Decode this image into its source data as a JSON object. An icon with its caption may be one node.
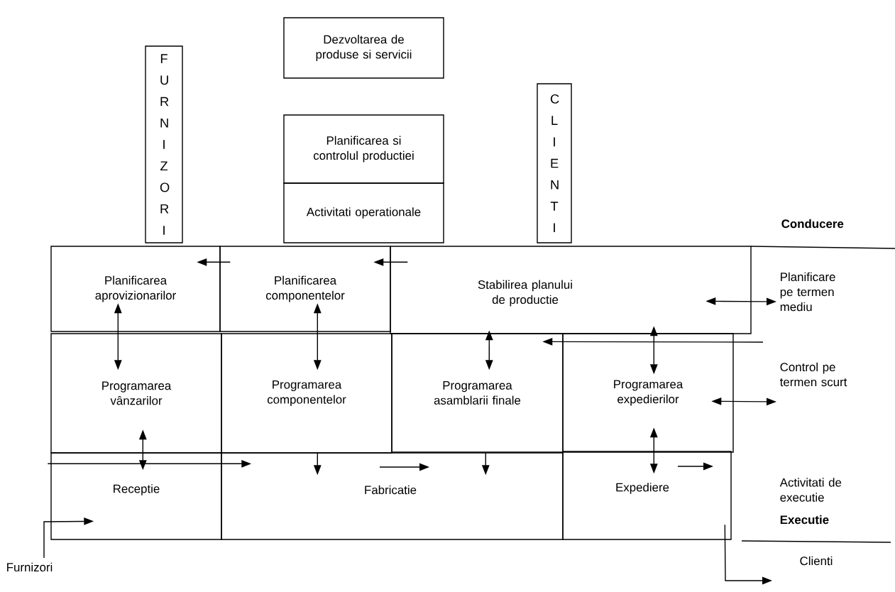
{
  "diagram": {
    "nodes": [
      {
        "text": [
          "F U R N I Z O R I"
        ]
      },
      {
        "text": [
          "Dezvoltarea de produse si servicii"
        ]
      },
      {
        "text": [
          "Planificarea si controlul productiei"
        ]
      },
      {
        "text": [
          "Activitati operationale"
        ]
      },
      {
        "text": [
          "C L I E N T I"
        ]
      },
      {
        "text": [
          "Planificarea aprovizionarilor"
        ]
      },
      {
        "text": [
          "Planificarea componentelor"
        ]
      },
      {
        "text": [
          "Stabilirea planului de productie"
        ]
      },
      {
        "text": [
          "Programarea vânzarilor"
        ]
      },
      {
        "text": [
          "Programarea componentelor"
        ]
      },
      {
        "text": [
          "Programarea asamblarii finale"
        ]
      },
      {
        "text": [
          "Programarea expedierilor"
        ]
      },
      {
        "text": [
          "Receptie"
        ]
      },
      {
        "text": [
          "Fabricatie"
        ]
      },
      {
        "text": [
          "Expediere"
        ]
      },
      {
        "text": [
          "Planificare pe termen mediu"
        ]
      },
      {
        "text": [
          "Control pe termen scurt"
        ]
      },
      {
        "text": [
          "Furnizori"
        ]
      }
    ],
    "edges": [
      {
        "from": 6,
        "to": 5,
        "arrow": "to"
      },
      {
        "from": 7,
        "to": 6,
        "arrow": "to"
      },
      {
        "from": 5,
        "to": 8,
        "arrow": "both"
      },
      {
        "from": 6,
        "to": 9,
        "arrow": "both"
      },
      {
        "from": 7,
        "to": 10,
        "arrow": "both"
      },
      {
        "from": 7,
        "to": 11,
        "arrow": "both"
      },
      {
        "from": 7,
        "to": 15,
        "arrow": "both"
      },
      {
        "from": 11,
        "to": 16,
        "arrow": "both"
      },
      {
        "from": 8,
        "to": 12,
        "arrow": "both"
      },
      {
        "from": 9,
        "to": 13,
        "arrow": "to"
      },
      {
        "from": 10,
        "to": 13,
        "arrow": "to"
      },
      {
        "from": 11,
        "to": 14,
        "arrow": "both"
      },
      {
        "from": null,
        "to": 10,
        "arrow": "to"
      },
      {
        "from": 12,
        "to": 13,
        "arrow": "to"
      },
      {
        "from": 17,
        "to": 12,
        "arrow": "to"
      },
      {
        "from": 14,
        "to": null,
        "arrow": "to",
        "label": "Clienti"
      }
    ],
    "labels": [
      "Conducere",
      "Activitati de executie",
      "Executie"
    ]
  }
}
